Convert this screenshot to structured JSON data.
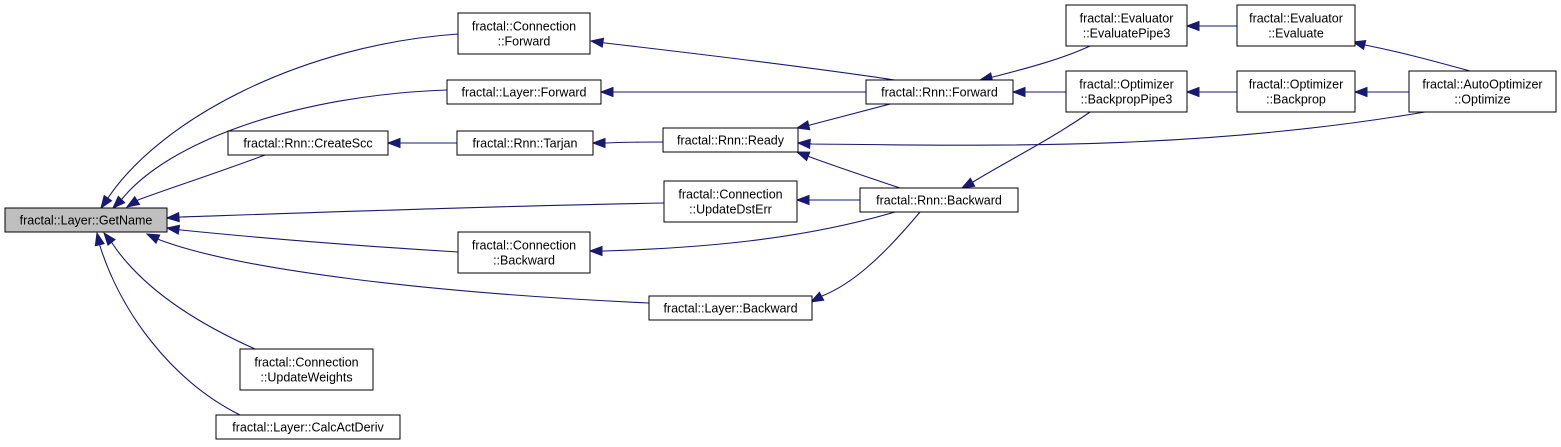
{
  "colors": {
    "edge": "#191970",
    "root_fill": "#bfbfbf",
    "node_fill": "#ffffff",
    "node_border": "#000000"
  },
  "nodes": [
    {
      "id": "layer_getname",
      "lines": [
        "fractal::Layer::GetName"
      ],
      "root": true
    },
    {
      "id": "rnn_createscc",
      "lines": [
        "fractal::Rnn::CreateScc"
      ]
    },
    {
      "id": "conn_forward",
      "lines": [
        "fractal::Connection",
        "::Forward"
      ]
    },
    {
      "id": "layer_forward",
      "lines": [
        "fractal::Layer::Forward"
      ]
    },
    {
      "id": "rnn_tarjan",
      "lines": [
        "fractal::Rnn::Tarjan"
      ]
    },
    {
      "id": "conn_updatedsterr",
      "lines": [
        "fractal::Connection",
        "::UpdateDstErr"
      ]
    },
    {
      "id": "conn_backward",
      "lines": [
        "fractal::Connection",
        "::Backward"
      ]
    },
    {
      "id": "layer_backward",
      "lines": [
        "fractal::Layer::Backward"
      ]
    },
    {
      "id": "conn_updateweights",
      "lines": [
        "fractal::Connection",
        "::UpdateWeights"
      ]
    },
    {
      "id": "layer_calcactderiv",
      "lines": [
        "fractal::Layer::CalcActDeriv"
      ]
    },
    {
      "id": "rnn_ready",
      "lines": [
        "fractal::Rnn::Ready"
      ]
    },
    {
      "id": "rnn_forward",
      "lines": [
        "fractal::Rnn::Forward"
      ]
    },
    {
      "id": "rnn_backward",
      "lines": [
        "fractal::Rnn::Backward"
      ]
    },
    {
      "id": "eval_pipe3",
      "lines": [
        "fractal::Evaluator",
        "::EvaluatePipe3"
      ]
    },
    {
      "id": "opt_pipe3",
      "lines": [
        "fractal::Optimizer",
        "::BackpropPipe3"
      ]
    },
    {
      "id": "eval_evaluate",
      "lines": [
        "fractal::Evaluator",
        "::Evaluate"
      ]
    },
    {
      "id": "opt_backprop",
      "lines": [
        "fractal::Optimizer",
        "::Backprop"
      ]
    },
    {
      "id": "autoopt_optimize",
      "lines": [
        "fractal::AutoOptimizer",
        "::Optimize"
      ]
    }
  ],
  "edges": [
    {
      "from": "conn_forward",
      "to": "layer_getname"
    },
    {
      "from": "layer_forward",
      "to": "layer_getname"
    },
    {
      "from": "rnn_createscc",
      "to": "layer_getname"
    },
    {
      "from": "conn_updatedsterr",
      "to": "layer_getname"
    },
    {
      "from": "conn_backward",
      "to": "layer_getname"
    },
    {
      "from": "layer_backward",
      "to": "layer_getname"
    },
    {
      "from": "conn_updateweights",
      "to": "layer_getname"
    },
    {
      "from": "layer_calcactderiv",
      "to": "layer_getname"
    },
    {
      "from": "rnn_forward",
      "to": "conn_forward"
    },
    {
      "from": "rnn_forward",
      "to": "layer_forward"
    },
    {
      "from": "rnn_tarjan",
      "to": "rnn_createscc"
    },
    {
      "from": "rnn_ready",
      "to": "rnn_tarjan"
    },
    {
      "from": "rnn_forward",
      "to": "rnn_ready"
    },
    {
      "from": "rnn_backward",
      "to": "rnn_ready"
    },
    {
      "from": "autoopt_optimize",
      "to": "rnn_ready"
    },
    {
      "from": "rnn_backward",
      "to": "conn_updatedsterr"
    },
    {
      "from": "rnn_backward",
      "to": "conn_backward"
    },
    {
      "from": "rnn_backward",
      "to": "layer_backward"
    },
    {
      "from": "eval_pipe3",
      "to": "rnn_forward"
    },
    {
      "from": "opt_pipe3",
      "to": "rnn_forward"
    },
    {
      "from": "opt_pipe3",
      "to": "rnn_backward"
    },
    {
      "from": "eval_evaluate",
      "to": "eval_pipe3"
    },
    {
      "from": "opt_backprop",
      "to": "opt_pipe3"
    },
    {
      "from": "autoopt_optimize",
      "to": "eval_evaluate"
    },
    {
      "from": "autoopt_optimize",
      "to": "opt_backprop"
    }
  ]
}
